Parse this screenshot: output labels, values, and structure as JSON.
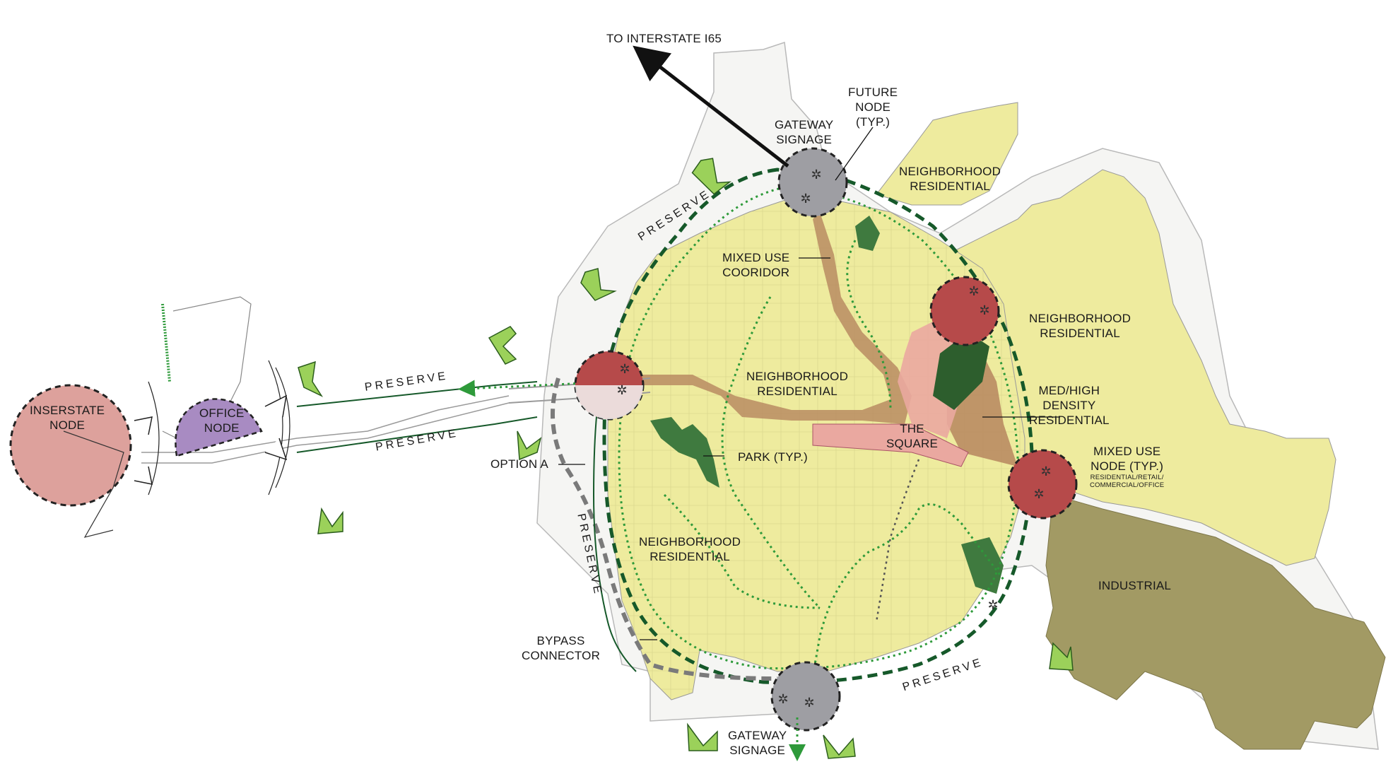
{
  "labels": {
    "to_interstate": "TO INTERSTATE I65",
    "future_node": [
      "FUTURE",
      "NODE",
      "(TYP.)"
    ],
    "gateway_north": [
      "GATEWAY",
      "SIGNAGE"
    ],
    "gateway_south": [
      "GATEWAY",
      "SIGNAGE"
    ],
    "neighborhood_residential": [
      "NEIGHBORHOOD",
      "RESIDENTIAL"
    ],
    "mixed_use_corridor": [
      "MIXED USE",
      "COORIDOR"
    ],
    "med_high_density": [
      "MED/HIGH",
      "DENSITY",
      "RESIDENTIAL"
    ],
    "mixed_use_node": [
      "MIXED USE",
      "NODE (TYP.)"
    ],
    "mixed_use_node_sub": [
      "RESIDENTIAL/RETAIL/",
      "COMMERCIAL/OFFICE"
    ],
    "industrial": "INDUSTRIAL",
    "park": "PARK (TYP.)",
    "the_square": [
      "THE",
      "SQUARE"
    ],
    "option_a": "OPTION A",
    "bypass_connector": [
      "BYPASS",
      "CONNECTOR"
    ],
    "interstate_node": [
      "INSERSTATE",
      "NODE"
    ],
    "office_node": [
      "OFFICE",
      "NODE"
    ],
    "preserve": "PRESERVE"
  },
  "colors": {
    "residential_yellow": "#eeeb9e",
    "industrial_olive": "#a29a64",
    "corridor_brown": "#b98c62",
    "square_pink": "#eaa8a0",
    "node_red": "#b64a4a",
    "node_gray": "#9e9ea3",
    "interstate_pink": "#dda19c",
    "office_purple": "#a88bc2",
    "park_green": "#3f7a3f",
    "arrow_green": "#9bd15a",
    "trail_green": "#2e9a3a",
    "preserve_dark": "#16592a"
  }
}
